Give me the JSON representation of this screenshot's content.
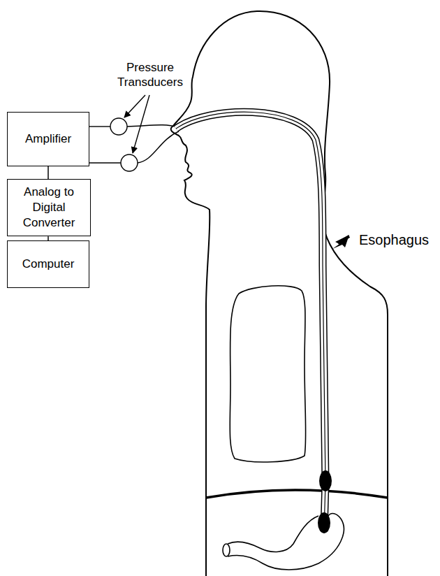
{
  "diagram": {
    "nodes": [
      {
        "text": [
          "Amplifier"
        ]
      },
      {
        "text": [
          "Analog to Digital Converter"
        ]
      },
      {
        "text": [
          "Computer"
        ]
      }
    ],
    "edges": [
      {
        "from": 0,
        "to": 1,
        "arrow": "none"
      },
      {
        "from": 1,
        "to": 2,
        "arrow": "none"
      }
    ],
    "labels": [
      "Pressure Transducers",
      "Esophagus"
    ]
  }
}
